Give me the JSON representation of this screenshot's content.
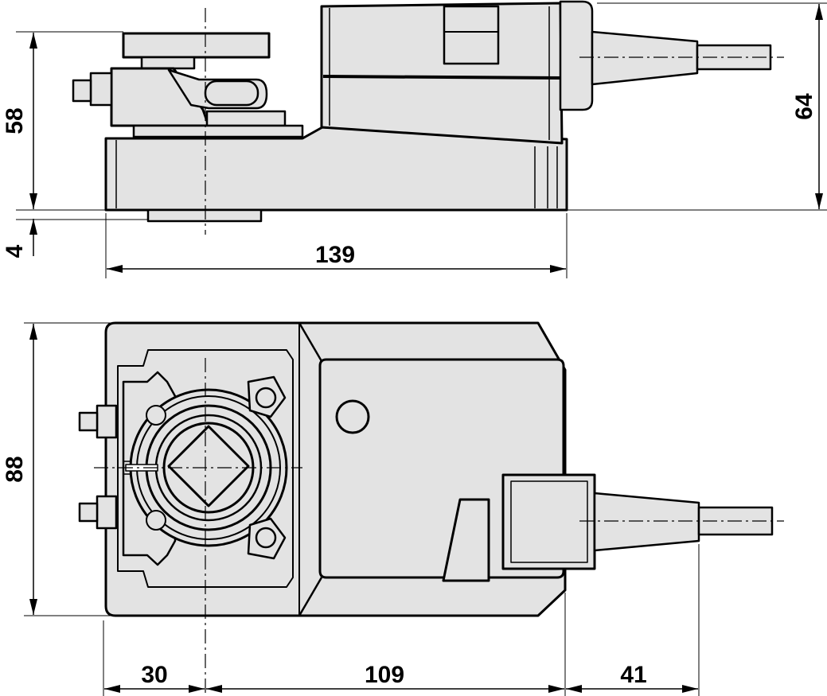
{
  "colors": {
    "body_fill": "#e3e3e3",
    "line": "#000000",
    "background": "#ffffff"
  },
  "dimensions": {
    "side_height_58": "58",
    "side_height_64": "64",
    "side_offset_4": "4",
    "side_length_139": "139",
    "top_width_88": "88",
    "top_length_30": "30",
    "top_length_109": "109",
    "top_length_41": "41"
  }
}
